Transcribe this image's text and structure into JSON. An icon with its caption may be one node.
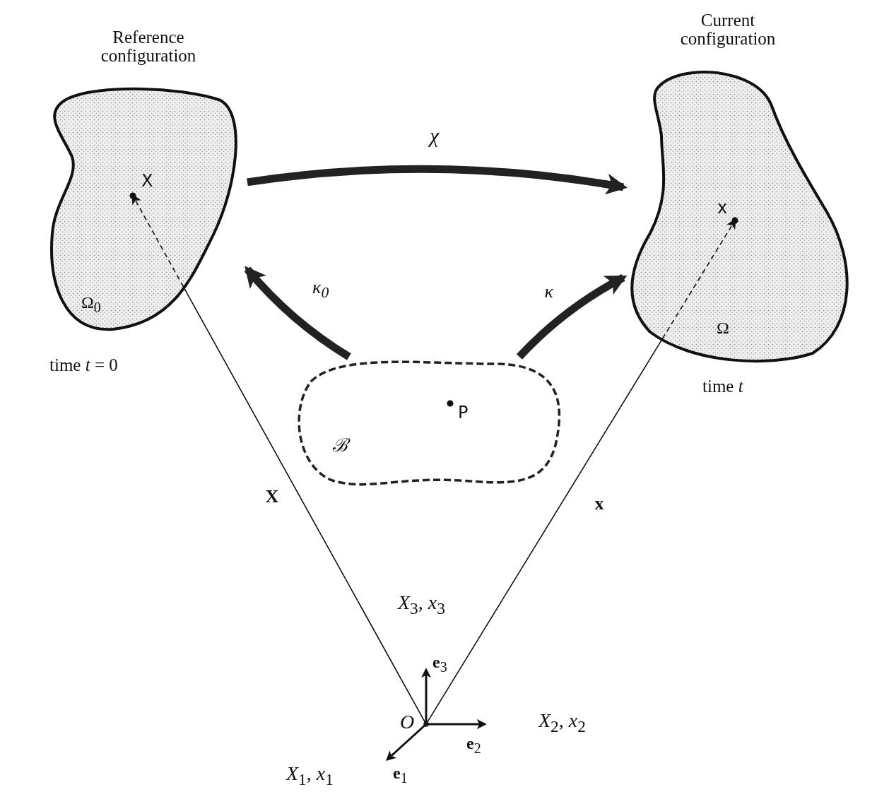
{
  "diagram": {
    "nodes": [
      {
        "text": [
          "Reference configuration",
          "Ω$_{0}$"
        ],
        "beside": [
          "time *t* = 0"
        ]
      },
      {
        "text": [
          "X"
        ],
        "in": 0
      },
      {
        "text": [
          "Current configuration",
          "Ω"
        ],
        "beside": [
          "time *t*"
        ]
      },
      {
        "text": [
          "x"
        ],
        "in": 2
      },
      {
        "text": [
          "ℬ"
        ]
      },
      {
        "text": [
          "P"
        ],
        "in": 4
      },
      {
        "text": [
          "*O*"
        ]
      }
    ],
    "edges": [
      {
        "from": 0,
        "to": 2,
        "arrow": "to",
        "label": "χ"
      },
      {
        "from": 4,
        "to": 0,
        "arrow": "to",
        "label": "κ$_{0}$"
      },
      {
        "from": 4,
        "to": 2,
        "arrow": "to",
        "label": "κ"
      },
      {
        "from": 6,
        "to": 1,
        "arrow": "to",
        "label": "**X**",
        "style": "dashed"
      },
      {
        "from": 6,
        "to": 3,
        "arrow": "to",
        "label": "**x**",
        "style": "dashed"
      }
    ],
    "labels": [
      "*X*$_{3}$, *x*$_{3}$",
      "**e**$_{3}$",
      "*X*$_{2}$, *x*$_{2}$",
      "**e**$_{2}$",
      "*X*$_{1}$, *x*$_{1}$",
      "**e**$_{1}$"
    ]
  }
}
